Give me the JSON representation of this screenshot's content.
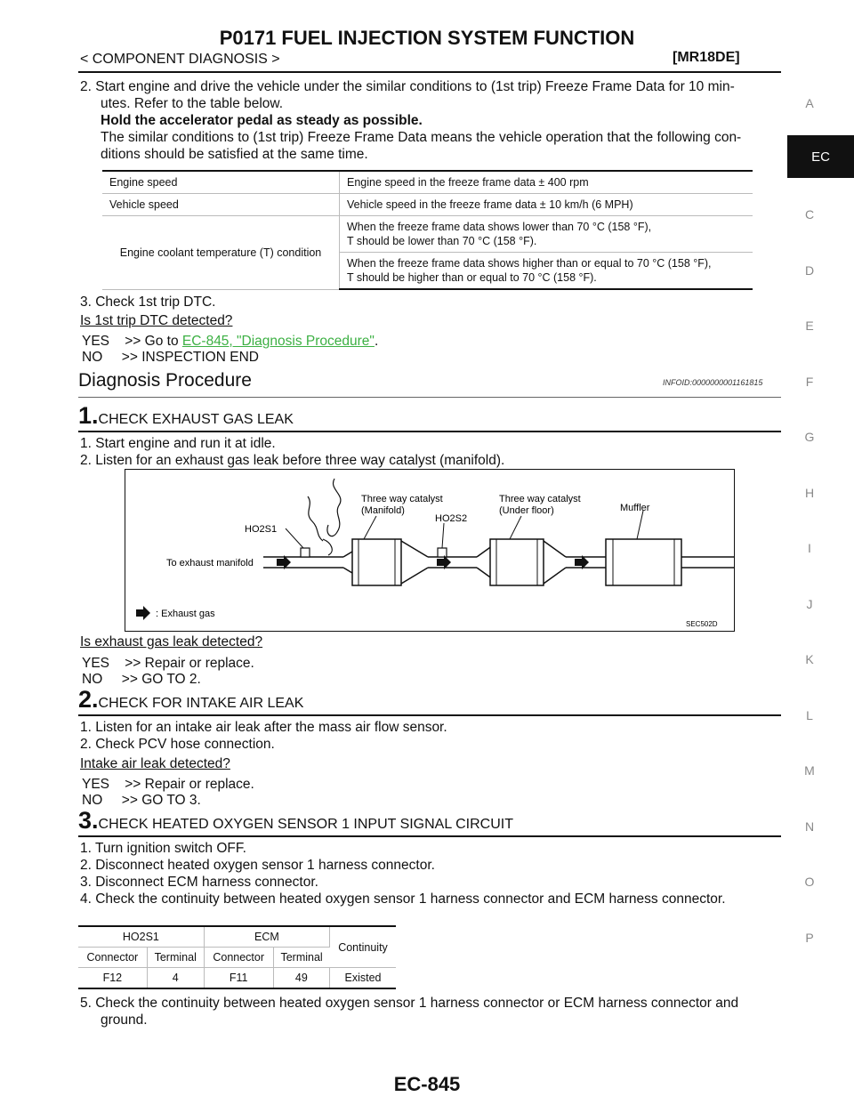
{
  "header": {
    "title": "P0171 FUEL INJECTION SYSTEM FUNCTION",
    "subtitle": "< COMPONENT DIAGNOSIS >",
    "model": "[MR18DE]"
  },
  "sidebar": {
    "letters": [
      "A",
      "C",
      "D",
      "E",
      "F",
      "G",
      "H",
      "I",
      "J",
      "K",
      "L",
      "M",
      "N",
      "O",
      "P"
    ],
    "active": "EC"
  },
  "intro": {
    "step2_line1": "2. Start engine and drive the vehicle under the similar conditions to (1st trip) Freeze Frame Data for 10 min-",
    "step2_line2": "utes. Refer to the table below.",
    "step2_bold": "Hold the accelerator pedal as steady as possible.",
    "step2_line3": "The similar conditions to (1st trip) Freeze Frame Data means the vehicle operation that the following con-",
    "step2_line4": "ditions should be satisfied at the same time."
  },
  "conditions_table": {
    "rows": [
      {
        "label": "Engine speed",
        "value": "Engine speed in the freeze frame data ± 400 rpm"
      },
      {
        "label": "Vehicle speed",
        "value": "Vehicle speed in the freeze frame data ± 10 km/h (6 MPH)"
      },
      {
        "label": "Engine coolant temperature (T) condition",
        "value_a1": "When the freeze frame data shows lower than 70 °C (158 °F),",
        "value_a2": "T should be lower than 70 °C (158 °F).",
        "value_b1": "When the freeze frame data shows higher than or equal to 70 °C (158 °F),",
        "value_b2": "T should be higher than or equal to 70 °C (158 °F)."
      }
    ]
  },
  "step3": {
    "text": "3. Check 1st trip DTC.",
    "question": "Is 1st trip DTC detected?",
    "yes_prefix": "YES    >> Go to ",
    "yes_link": "EC-845, \"Diagnosis Procedure\"",
    "yes_suffix": ".",
    "no": "NO     >> INSPECTION END"
  },
  "diagnosis": {
    "title": "Diagnosis Procedure",
    "infoid": "INFOID:0000000001161815"
  },
  "s1": {
    "num": "1.",
    "title": "CHECK EXHAUST GAS LEAK",
    "line1": "1. Start engine and run it at idle.",
    "line2": "2. Listen for an exhaust gas leak before three way catalyst (manifold).",
    "question": "Is exhaust gas leak detected?",
    "yes": "YES    >> Repair or replace.",
    "no": "NO     >> GO TO 2."
  },
  "figure": {
    "label_tw1a": "Three way catalyst",
    "label_tw1b": "(Manifold)",
    "label_ho2s2": "HO2S2",
    "label_tw2a": "Three way catalyst",
    "label_tw2b": "(Under floor)",
    "label_muffler": "Muffler",
    "label_ho2s1": "HO2S1",
    "label_manifold": "To exhaust manifold",
    "legend": ": Exhaust gas",
    "code": "SEC502D"
  },
  "s2": {
    "num": "2.",
    "title": "CHECK FOR INTAKE AIR LEAK",
    "line1": "1. Listen for an intake air leak after the mass air flow sensor.",
    "line2": "2. Check PCV hose connection.",
    "question": "Intake air leak detected?",
    "yes": "YES    >> Repair or replace.",
    "no": "NO     >> GO TO 3."
  },
  "s3": {
    "num": "3.",
    "title": "CHECK HEATED OXYGEN SENSOR 1 INPUT SIGNAL CIRCUIT",
    "line1": "1. Turn ignition switch OFF.",
    "line2": "2. Disconnect heated oxygen sensor 1 harness connector.",
    "line3": "3. Disconnect ECM harness connector.",
    "line4": "4. Check the continuity between heated oxygen sensor 1 harness connector and ECM harness connector.",
    "line5a": "5. Check the continuity between heated oxygen sensor 1 harness connector or ECM harness connector and",
    "line5b": "ground."
  },
  "continuity_table": {
    "h_ho2s1": "HO2S1",
    "h_ecm": "ECM",
    "h_cont": "Continuity",
    "sub": [
      "Connector",
      "Terminal",
      "Connector",
      "Terminal"
    ],
    "row": [
      "F12",
      "4",
      "F11",
      "49",
      "Existed"
    ]
  },
  "footer": {
    "page": "EC-845"
  }
}
